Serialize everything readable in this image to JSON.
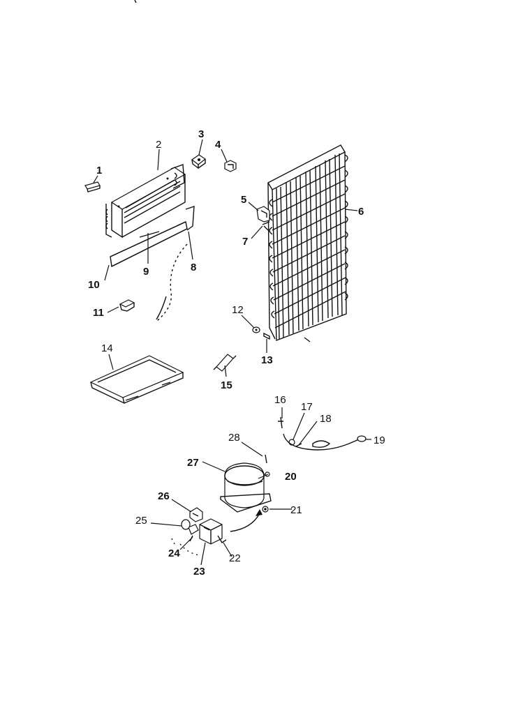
{
  "labels": [
    {
      "num": "1"
    },
    {
      "num": "2"
    },
    {
      "num": "3"
    },
    {
      "num": "4"
    },
    {
      "num": "5"
    },
    {
      "num": "6"
    },
    {
      "num": "7"
    },
    {
      "num": "8"
    },
    {
      "num": "9"
    },
    {
      "num": "10"
    },
    {
      "num": "11"
    },
    {
      "num": "12"
    },
    {
      "num": "13"
    },
    {
      "num": "14"
    },
    {
      "num": "15"
    },
    {
      "num": "16"
    },
    {
      "num": "17"
    },
    {
      "num": "18"
    },
    {
      "num": "19"
    },
    {
      "num": "20"
    },
    {
      "num": "21"
    },
    {
      "num": "22"
    },
    {
      "num": "23"
    },
    {
      "num": "24"
    },
    {
      "num": "25"
    },
    {
      "num": "26"
    },
    {
      "num": "27"
    },
    {
      "num": "28"
    }
  ]
}
